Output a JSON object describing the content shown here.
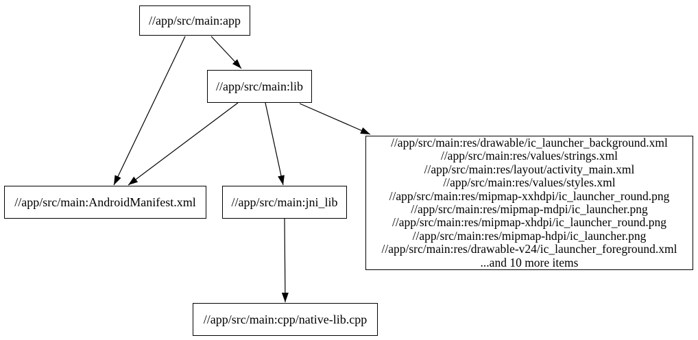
{
  "graph": {
    "type": "directed-dependency-graph",
    "background_color": "#ffffff",
    "node_border_color": "#000000",
    "text_color": "#000000",
    "edge_color": "#000000"
  },
  "nodes": {
    "app": {
      "label": "//app/src/main:app"
    },
    "lib": {
      "label": "//app/src/main:lib"
    },
    "manifest": {
      "label": "//app/src/main:AndroidManifest.xml"
    },
    "jni_lib": {
      "label": "//app/src/main:jni_lib"
    },
    "native_lib": {
      "label": "//app/src/main:cpp/native-lib.cpp"
    },
    "res_files": {
      "lines": [
        "//app/src/main:res/drawable/ic_launcher_background.xml",
        "//app/src/main:res/values/strings.xml",
        "//app/src/main:res/layout/activity_main.xml",
        "//app/src/main:res/values/styles.xml",
        "//app/src/main:res/mipmap-xxhdpi/ic_launcher_round.png",
        "//app/src/main:res/mipmap-mdpi/ic_launcher.png",
        "//app/src/main:res/mipmap-xhdpi/ic_launcher_round.png",
        "//app/src/main:res/mipmap-hdpi/ic_launcher.png",
        "//app/src/main:res/drawable-v24/ic_launcher_foreground.xml",
        "...and 10 more items"
      ]
    }
  },
  "edges": [
    {
      "from": "app",
      "to": "manifest"
    },
    {
      "from": "app",
      "to": "lib"
    },
    {
      "from": "lib",
      "to": "manifest"
    },
    {
      "from": "lib",
      "to": "jni_lib"
    },
    {
      "from": "lib",
      "to": "res_files"
    },
    {
      "from": "jni_lib",
      "to": "native_lib"
    }
  ]
}
